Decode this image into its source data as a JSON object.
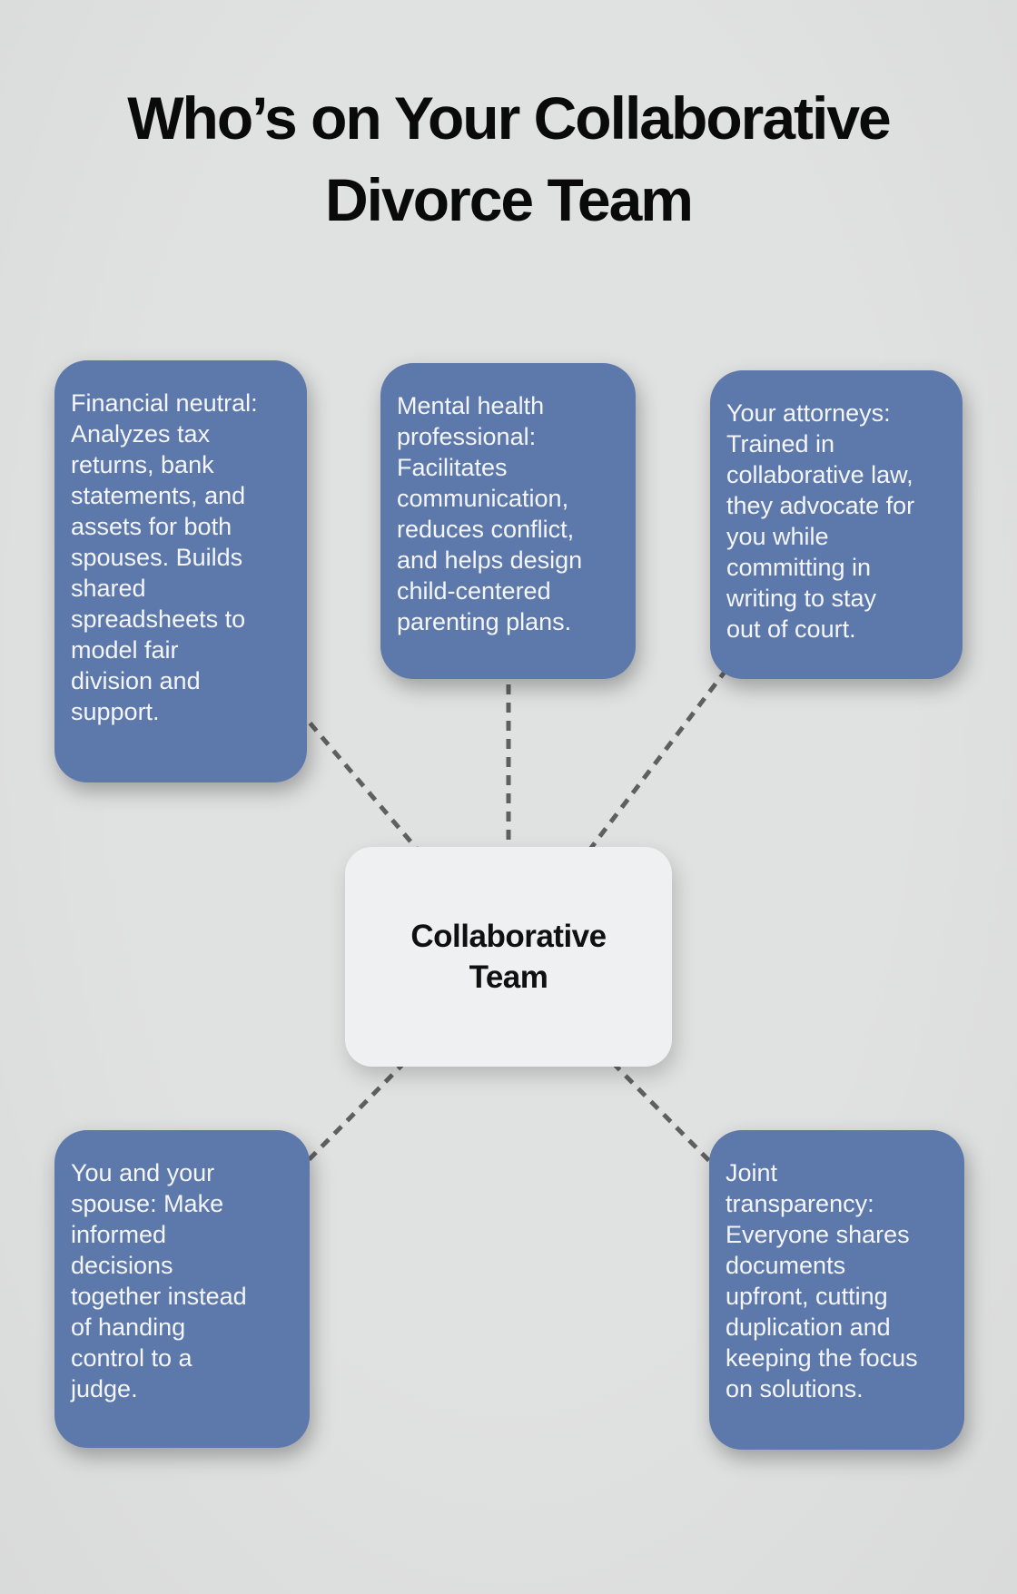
{
  "title": "Who’s on Your Collaborative\nDivorce Team",
  "center_node": {
    "label": "Collaborative\nTeam"
  },
  "team_boxes": [
    {
      "id": "financial-neutral",
      "text": "Financial neutral:\nAnalyzes tax\nreturns, bank\nstatements, and\nassets for both\nspouses. Builds\nshared\nspreadsheets to\nmodel fair\ndivision and\nsupport."
    },
    {
      "id": "mental-health-professional",
      "text": "Mental health\nprofessional:\nFacilitates\ncommunication,\nreduces conflict,\nand helps design\nchild-centered\nparenting plans."
    },
    {
      "id": "your-attorneys",
      "text": "Your attorneys:\nTrained in\ncollaborative law,\nthey advocate for\nyou while\ncommitting in\nwriting to stay\nout of court."
    },
    {
      "id": "you-and-your-spouse",
      "text": "You and your\nspouse: Make\ninformed\ndecisions\ntogether instead\nof handing\ncontrol to a\njudge."
    },
    {
      "id": "joint-transparency",
      "text": "Joint\ntransparency:\nEveryone shares\ndocuments\nupfront, cutting\nduplication and\nkeeping the focus\non solutions."
    }
  ],
  "colors": {
    "background": "#e0e1e1",
    "box_fill": "#5d78ab",
    "box_text": "#f4f6f9",
    "center_fill": "#eef0f2",
    "center_text": "#101010",
    "title_text": "#0a0a0a",
    "connector": "#5f5f5f"
  }
}
